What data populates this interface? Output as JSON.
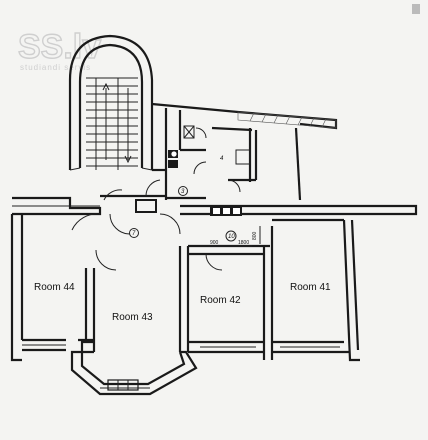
{
  "watermark": {
    "logo": "SS.lv",
    "tagline": "studiandi servis"
  },
  "rooms": [
    {
      "id": "room-44",
      "label": "Room 44"
    },
    {
      "id": "room-43",
      "label": "Room 43"
    },
    {
      "id": "room-42",
      "label": "Room 42"
    },
    {
      "id": "room-41",
      "label": "Room 41"
    }
  ],
  "markers": {
    "m4": "4",
    "m3": "3",
    "m7": "7",
    "m10": "10"
  },
  "dimensions": {
    "d900": "900",
    "d1800": "1800",
    "d800": "800"
  }
}
